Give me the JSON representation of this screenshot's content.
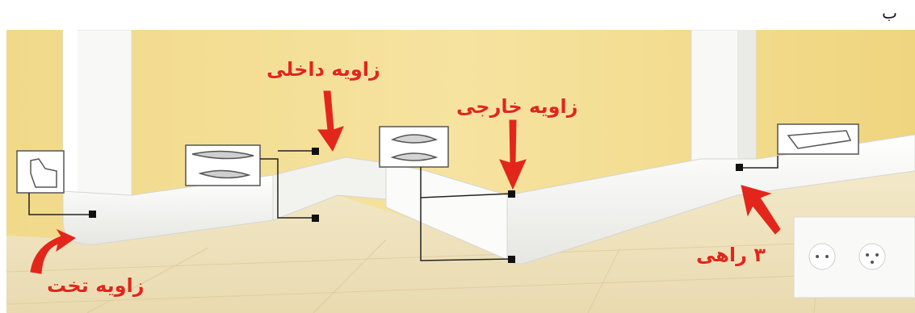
{
  "corner_letter": "ب",
  "labels": {
    "flat_corner": "زاویه تخت",
    "inner_corner": "زاویه داخلی",
    "outer_corner": "زاویه خارجی",
    "tee": "۳ راهی"
  },
  "colors": {
    "wall": "#f3dc8a",
    "floor": "#efe4c0",
    "trunking": "#f7f7f5",
    "callout": "#e3261b"
  }
}
